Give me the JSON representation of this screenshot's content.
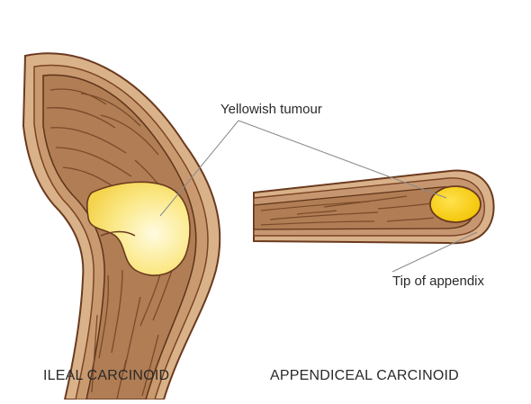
{
  "labels": {
    "yellowish_tumour": "Yellowish tumour",
    "tip_of_appendix": "Tip of appendix",
    "ileal_caption": "ILEAL CARCINOID",
    "appendiceal_caption": "APPENDICEAL CARCINOID"
  },
  "colors": {
    "outer_wall": "#d9b38c",
    "wall_outline": "#6b3a1e",
    "mucosa": "#b5835c",
    "fold_lines": "#7a4a2a",
    "tumour_pale": "#fde98f",
    "tumour_bright": "#f7d21a",
    "leader_line": "#8a8a8a"
  }
}
